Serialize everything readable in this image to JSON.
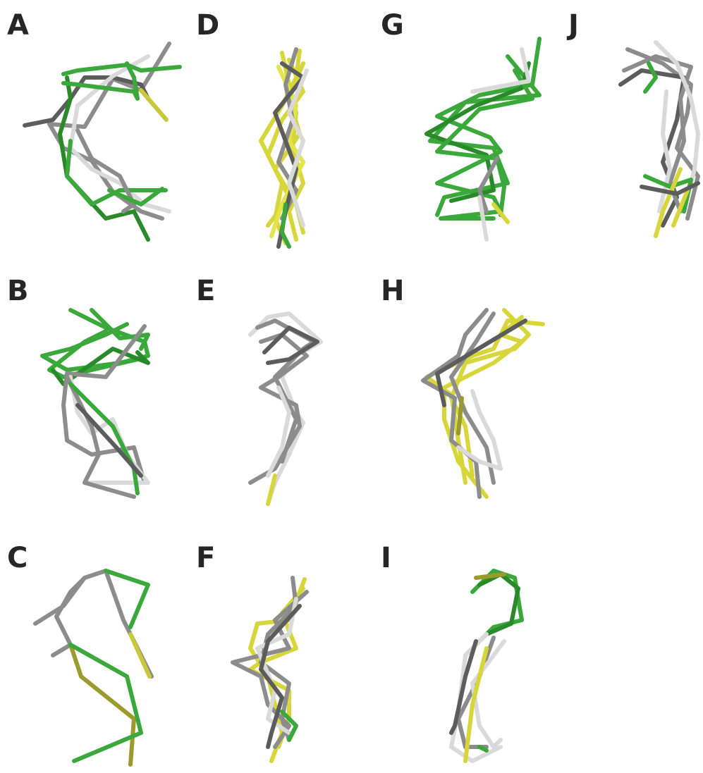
{
  "panels": [
    {
      "id": "A",
      "label": "A"
    },
    {
      "id": "B",
      "label": "B"
    },
    {
      "id": "C",
      "label": "C"
    },
    {
      "id": "D",
      "label": "D"
    },
    {
      "id": "E",
      "label": "E"
    },
    {
      "id": "F",
      "label": "F"
    },
    {
      "id": "G",
      "label": "G"
    },
    {
      "id": "H",
      "label": "H"
    },
    {
      "id": "I",
      "label": "I"
    },
    {
      "id": "J",
      "label": "J"
    }
  ],
  "colors": {
    "green": "#3aa83a",
    "dark_green": "#2a8a2a",
    "yellow": "#d6d63a",
    "olive": "#9a9a2e",
    "gray": "#8c8c8c",
    "dark_gray": "#5c5c5c",
    "light_gray": "#d9d9d9"
  }
}
